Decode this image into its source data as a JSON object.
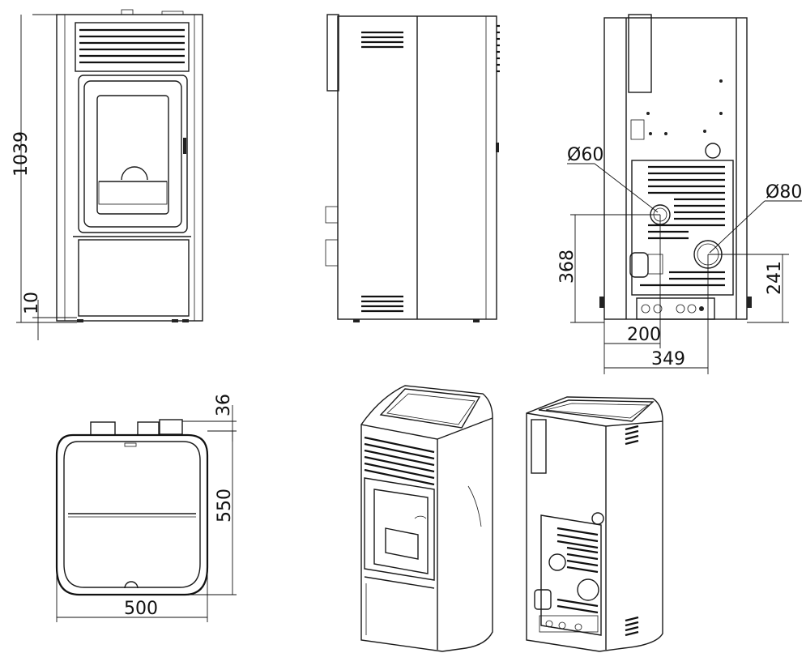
{
  "dimensions": {
    "height_total": "1039",
    "foot_height": "10",
    "outlet_diameter": "Ø60",
    "outlet_height": "368",
    "outlet_offset": "200",
    "flue_diameter": "Ø80",
    "flue_height": "241",
    "flue_offset": "349",
    "depth_extra": "36",
    "depth": "550",
    "width": "500"
  },
  "colors": {
    "line": "#1a1a1a",
    "background": "#ffffff"
  }
}
